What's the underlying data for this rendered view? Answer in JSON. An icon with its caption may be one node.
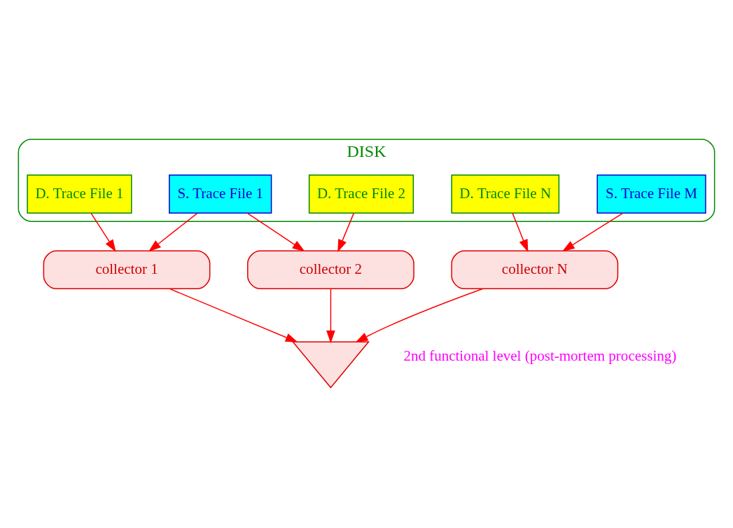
{
  "diagram": {
    "nodes": [
      {
        "text": [
          "DISK"
        ]
      },
      {
        "text": [
          "D. Trace File 1"
        ],
        "in": 0
      },
      {
        "text": [
          "D. Trace File 2"
        ],
        "in": 0
      },
      {
        "text": [
          "D. Trace File N"
        ],
        "in": 0
      },
      {
        "text": [
          "S. Trace File 1"
        ],
        "in": 0
      },
      {
        "text": [
          "S. Trace File M"
        ],
        "in": 0
      },
      {
        "text": [
          "collector 1"
        ]
      },
      {
        "text": [
          "collector 2"
        ]
      },
      {
        "text": [
          "collector N"
        ]
      },
      {
        "text": [],
        "shape": "arrow",
        "beside": [
          "2nd functional level (post-mortem processing)"
        ]
      }
    ],
    "edges": [
      {
        "from": 1,
        "to": 6,
        "arrow": "to"
      },
      {
        "from": 4,
        "to": 6,
        "arrow": "to"
      },
      {
        "from": 4,
        "to": 7,
        "arrow": "to"
      },
      {
        "from": 2,
        "to": 7,
        "arrow": "to"
      },
      {
        "from": 5,
        "to": 8,
        "arrow": "to"
      },
      {
        "from": 3,
        "to": 8,
        "arrow": "to"
      },
      {
        "from": 6,
        "to": 9,
        "arrow": "to"
      },
      {
        "from": 7,
        "to": 9,
        "arrow": "to"
      },
      {
        "from": 8,
        "to": 9,
        "arrow": "to"
      }
    ]
  }
}
